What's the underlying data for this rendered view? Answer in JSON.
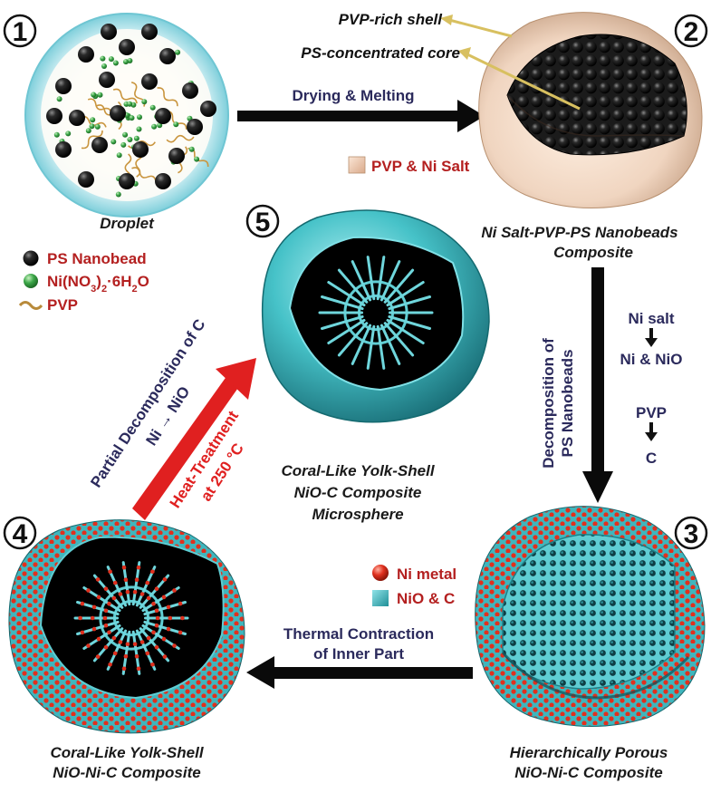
{
  "colors": {
    "navy": "#2b2a5c",
    "red_text": "#b42020",
    "heat_arrow": "#e02020",
    "teal": "#46c2c8",
    "ni_red": "#e0301e",
    "droplet_fill": "#bfe8ee",
    "pvp_skin": "#f0d5c0"
  },
  "steps": {
    "one": "1",
    "two": "2",
    "three": "3",
    "four": "4",
    "five": "5"
  },
  "captions": {
    "droplet": "Droplet",
    "nanobead_line1": "Ni Salt-PVP-PS Nanobeads",
    "nanobead_line2": "Composite",
    "yolk5_line1": "Coral-Like Yolk-Shell",
    "yolk5_line2": "NiO-C Composite",
    "yolk5_line3": "Microsphere",
    "porous_line1": "Hierarchically Porous",
    "porous_line2": "NiO-Ni-C Composite",
    "yolk4_line1": "Coral-Like Yolk-Shell",
    "yolk4_line2": "NiO-Ni-C Composite"
  },
  "labels": {
    "pvp_rich_shell": "PVP-rich shell",
    "ps_core": "PS-concentrated core",
    "pvp_ni_salt": "PVP & Ni Salt"
  },
  "legend1": {
    "ps_nanobead": "PS Nanobead",
    "ni_nitrate_a": "Ni(NO",
    "ni_nitrate_b": "3",
    "ni_nitrate_c": ")",
    "ni_nitrate_d": "2",
    "ni_nitrate_e": "·6H",
    "ni_nitrate_f": "2",
    "ni_nitrate_g": "O",
    "pvp": "PVP"
  },
  "legend2": {
    "ni_metal": "Ni metal",
    "nio_c": "NiO & C"
  },
  "arrows": {
    "drying": "Drying & Melting",
    "decomp_line1": "Decomposition of",
    "decomp_line2": "PS Nanobeads",
    "thermal_line1": "Thermal Contraction",
    "thermal_line2": "of Inner Part",
    "partial_line1": "Partial Decomposition of C",
    "partial_line2": "Ni → NiO",
    "heat_line1": "Heat-Treatment",
    "heat_line2": "at 250 °C"
  },
  "side_reactions": {
    "ni_salt": "Ni salt",
    "ni_nio": "Ni & NiO",
    "pvp": "PVP",
    "c": "C"
  }
}
